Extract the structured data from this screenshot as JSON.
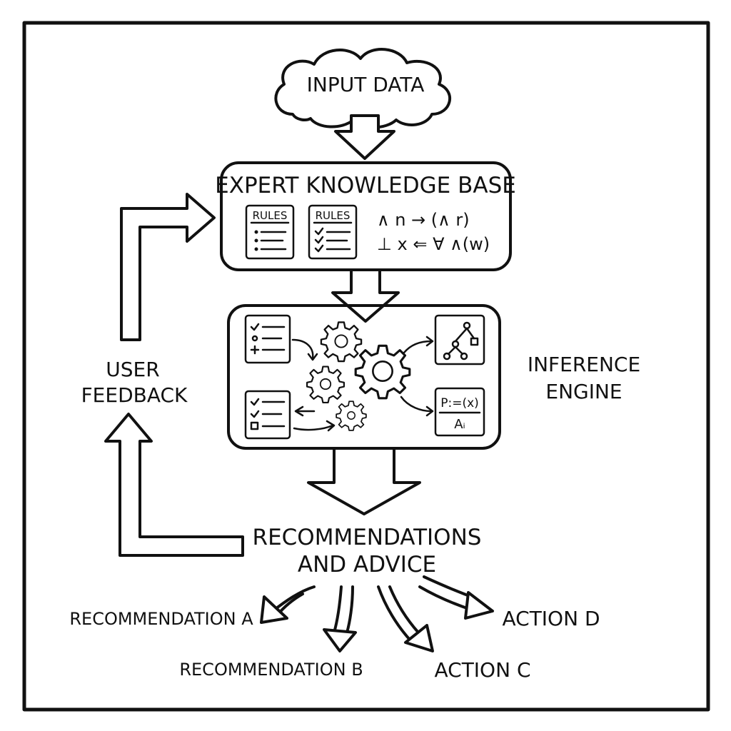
{
  "diagram": {
    "input_label": "INPUT DATA",
    "kb_title": "EXPERT KNOWLEDGE BASE",
    "rules_label_1": "RULES",
    "rules_label_2": "RULES",
    "formula_1": "∧ n → (∧ r)",
    "formula_2": "⊥ x ⇐ ∀ ∧(w)",
    "engine_label_line1": "INFERENCE",
    "engine_label_line2": "ENGINE",
    "engine_formula_top": "P:=(x)",
    "engine_formula_bottom": "Aᵢ",
    "feedback_line1": "USER",
    "feedback_line2": "FEEDBACK",
    "output_line1": "RECOMMENDATIONS",
    "output_line2": "AND ADVICE",
    "outputs": {
      "a": "RECOMMENDATION A",
      "b": "RECOMMENDATION B",
      "c": "ACTION C",
      "d": "ACTION D"
    },
    "icons": [
      "cloud-icon",
      "rules-document-icon",
      "checklist-icon",
      "gear-icon",
      "tree-diagram-icon",
      "formula-card-icon"
    ]
  }
}
